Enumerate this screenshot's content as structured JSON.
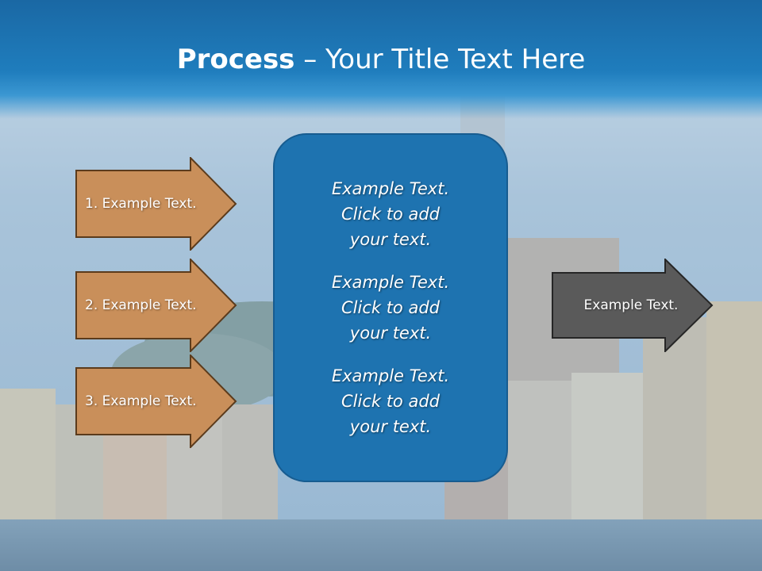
{
  "title": {
    "bold": "Process",
    "rest": " – Your Title Text Here"
  },
  "left_arrows": [
    {
      "label": "1. Example Text."
    },
    {
      "label": "2. Example Text."
    },
    {
      "label": "3. Example Text."
    }
  ],
  "center_box": {
    "paragraphs": [
      {
        "line1": "Example Text.",
        "line2": "Click  to add",
        "line3": "your text."
      },
      {
        "line1": "Example Text.",
        "line2": "Click  to add",
        "line3": "your text."
      },
      {
        "line1": "Example Text.",
        "line2": "Click  to add",
        "line3": "your text."
      }
    ]
  },
  "right_arrow": {
    "label": "Example Text."
  },
  "colors": {
    "header_blue": "#1f7dbd",
    "arrow_tan": "#c98f5a",
    "box_blue": "#1e73b0",
    "arrow_gray": "#5a5a5a"
  }
}
